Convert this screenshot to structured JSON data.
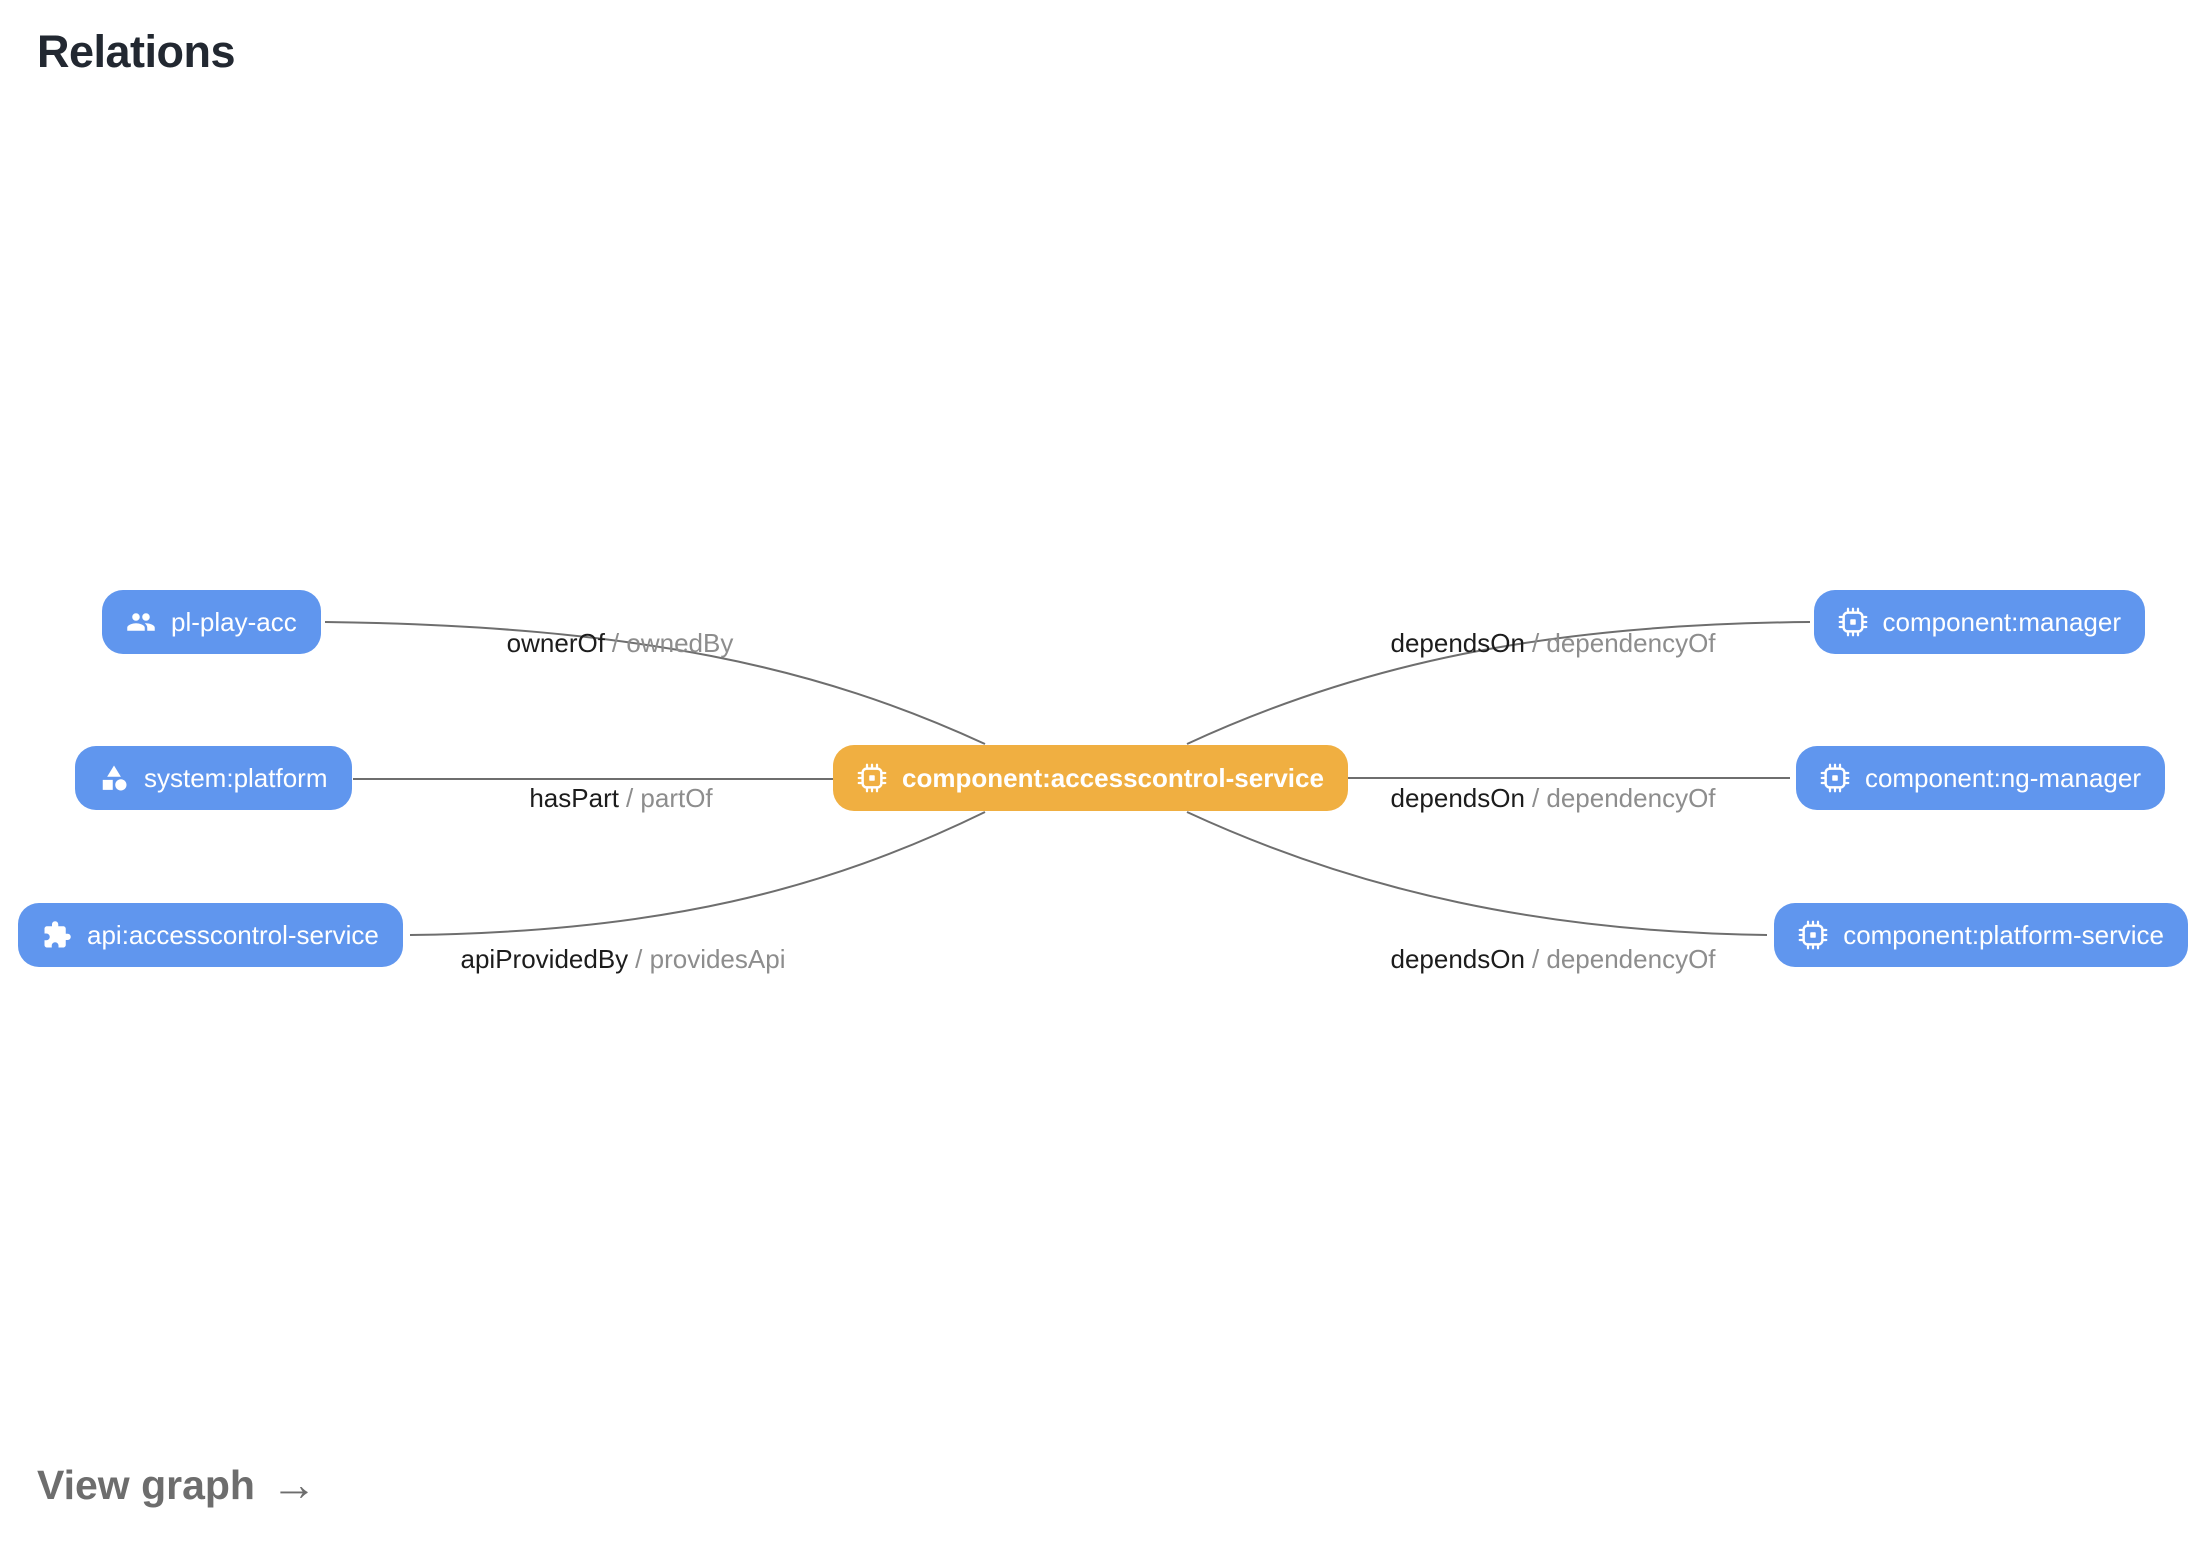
{
  "title": "Relations",
  "colors": {
    "center_node": "#F0AF41",
    "related_node": "#6096EE",
    "edge_line": "#6E6E6E",
    "edge_label_primary": "#1C1C1C",
    "edge_label_secondary": "#8D8D8D",
    "text_on_node": "#FFFFFF"
  },
  "graph": {
    "center": {
      "label": "component:accesscontrol-service",
      "icon": "chip-icon"
    },
    "left_nodes": [
      {
        "label": "pl-play-acc",
        "icon": "group-icon"
      },
      {
        "label": "system:platform",
        "icon": "category-icon"
      },
      {
        "label": "api:accesscontrol-service",
        "icon": "puzzle-icon"
      }
    ],
    "right_nodes": [
      {
        "label": "component:manager",
        "icon": "chip-icon"
      },
      {
        "label": "component:ng-manager",
        "icon": "chip-icon"
      },
      {
        "label": "component:platform-service",
        "icon": "chip-icon"
      }
    ],
    "edges": [
      {
        "primary": "ownerOf",
        "secondary": "/ ownedBy"
      },
      {
        "primary": "hasPart",
        "secondary": "/ partOf"
      },
      {
        "primary": "apiProvidedBy",
        "secondary": "/ providesApi"
      },
      {
        "primary": "dependsOn",
        "secondary": "/ dependencyOf"
      },
      {
        "primary": "dependsOn",
        "secondary": "/ dependencyOf"
      },
      {
        "primary": "dependsOn",
        "secondary": "/ dependencyOf"
      }
    ]
  },
  "footer": {
    "view_graph_label": "View graph",
    "arrow": "→"
  }
}
